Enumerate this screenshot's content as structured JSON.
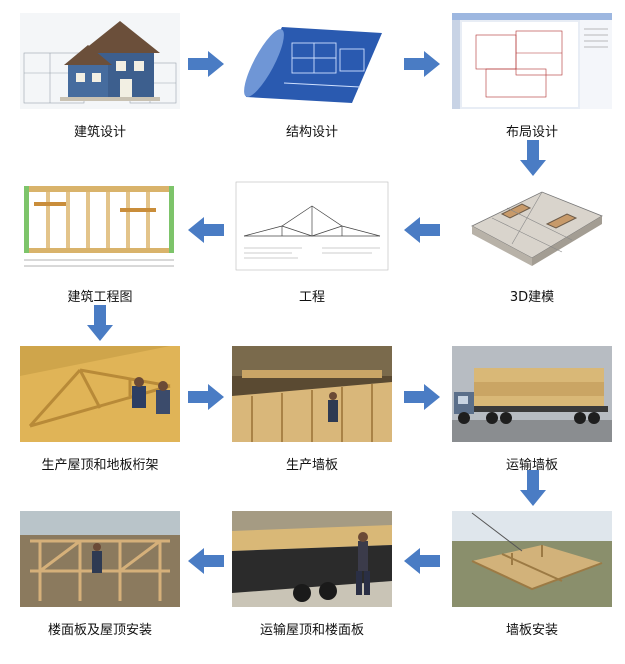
{
  "colors": {
    "arrow": "#4a7cc4"
  },
  "steps": [
    {
      "label": "建筑设计",
      "icon": "house-rendering-illustration"
    },
    {
      "label": "结构设计",
      "icon": "blueprint-roll-illustration"
    },
    {
      "label": "布局设计",
      "icon": "cad-layout-screenshot"
    },
    {
      "label": "3D建模",
      "icon": "3d-model-illustration"
    },
    {
      "label": "工程",
      "icon": "engineering-drawing-illustration"
    },
    {
      "label": "建筑工程图",
      "icon": "framing-drawing-illustration"
    },
    {
      "label": "生产屋顶和地板桁架",
      "icon": "truss-production-photo"
    },
    {
      "label": "生产墙板",
      "icon": "wall-panel-production-photo"
    },
    {
      "label": "运输墙板",
      "icon": "truck-with-panels-photo"
    },
    {
      "label": "墙板安装",
      "icon": "wall-installation-photo"
    },
    {
      "label": "运输屋顶和楼面板",
      "icon": "truck-roof-floor-photo"
    },
    {
      "label": "楼面板及屋顶安装",
      "icon": "floor-roof-installation-photo"
    }
  ]
}
